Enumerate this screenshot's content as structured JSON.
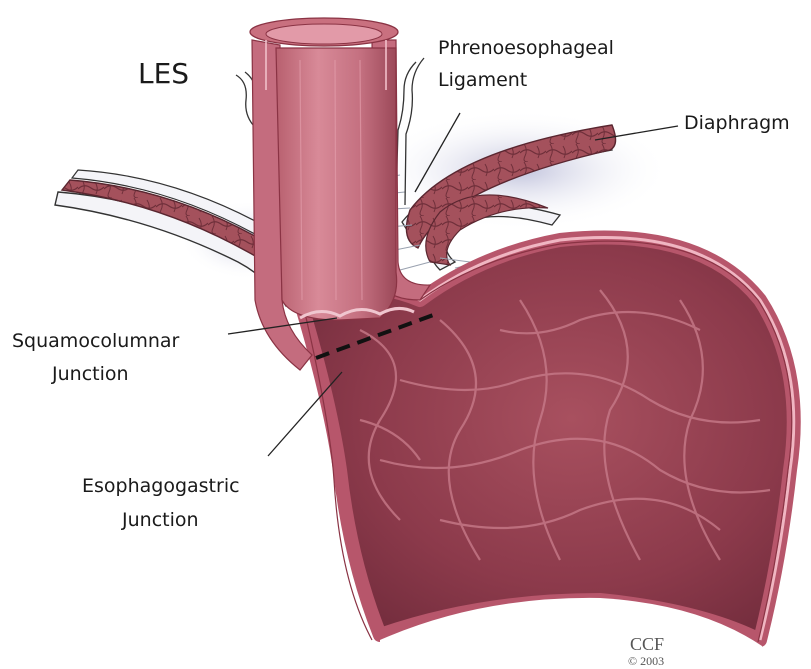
{
  "title": "LES",
  "labels": {
    "phrenoesophageal_line1": "Phrenoesophageal",
    "phrenoesophageal_line2": "Ligament",
    "diaphragm": "Diaphragm",
    "squamocolumnar_line1": "Squamocolumnar",
    "squamocolumnar_line2": "Junction",
    "esophagogastric_line1": "Esophagogastric",
    "esophagogastric_line2": "Junction"
  },
  "credit": {
    "org": "CCF",
    "year": "© 2003"
  },
  "colors": {
    "tissue_wall": "#b55a72",
    "tissue_light": "#e8a6b6",
    "lumen": "#8e3a4d",
    "lumen_dark": "#6e2a3a",
    "muscle": "#a4515c",
    "muscle_outline": "#7a3440",
    "ligament": "#9aa2b0",
    "ligament_shadow": "#c9cbe0"
  }
}
